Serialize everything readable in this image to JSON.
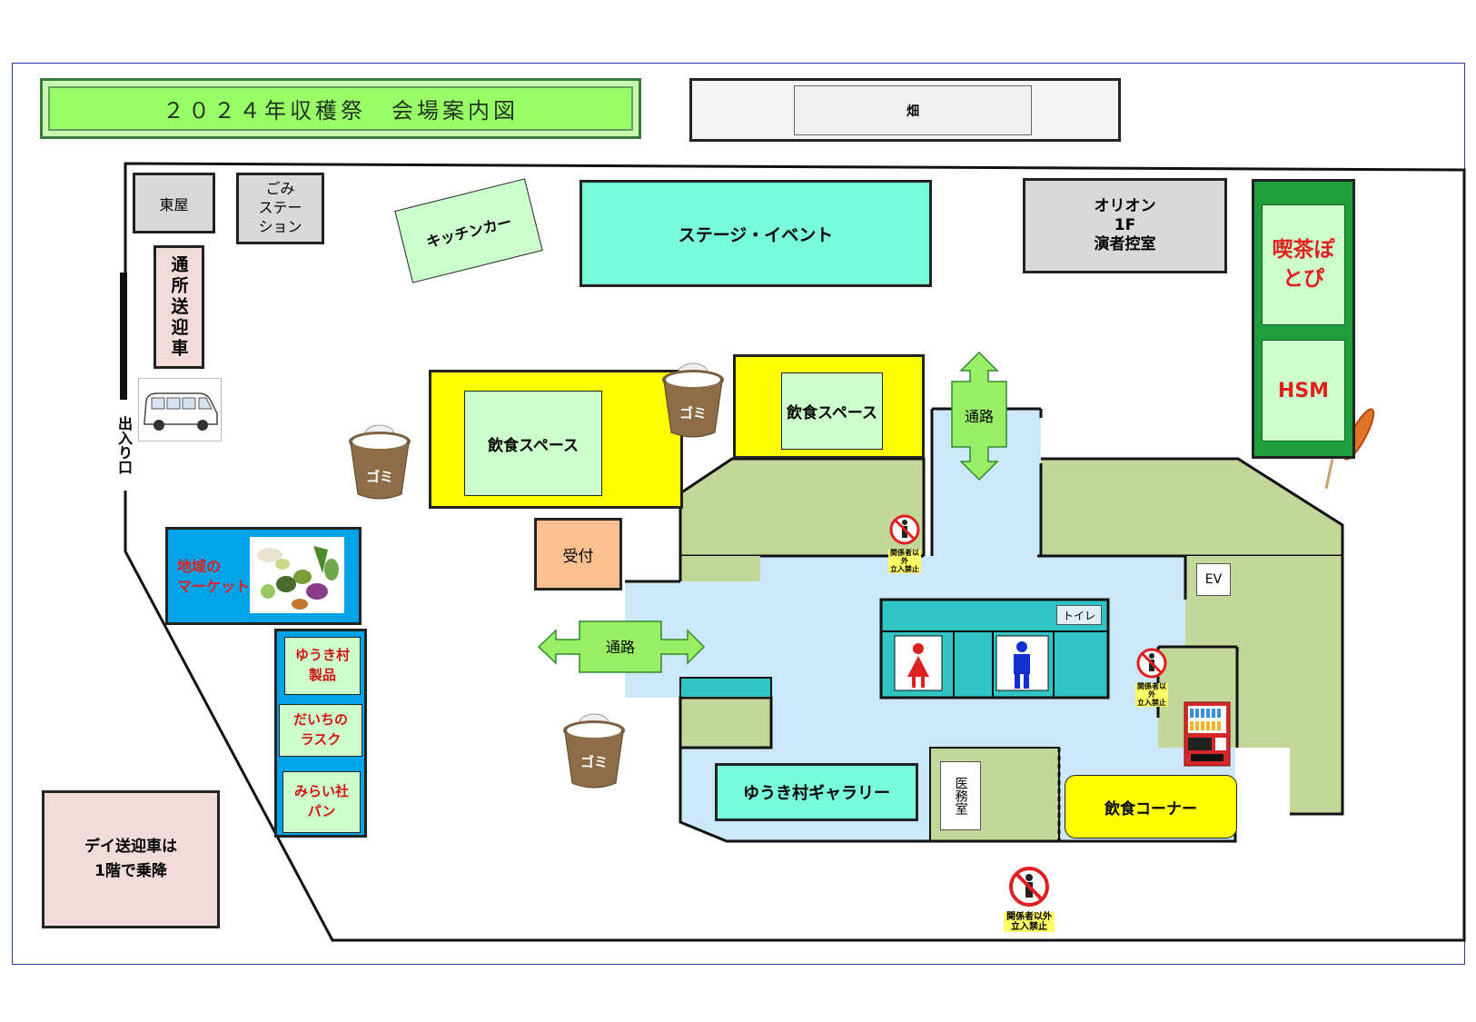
{
  "title": "２０２４年収穫祭　会場案内図",
  "field_label": "畑",
  "azumaya": "東屋",
  "gomi_station": [
    "ごみ",
    "ステー",
    "ション"
  ],
  "tsusho_sogei": "通所送迎車",
  "entrance": "出入り口",
  "kitchen_car": "キッチンカー",
  "stage_event": "ステージ・イベント",
  "orion": [
    "オリオン",
    "1F",
    "演者控室"
  ],
  "cafe_name": [
    "喫茶ぽ",
    "とぴ"
  ],
  "hsm": "HSM",
  "dining_space": "飲食スペース",
  "trash_label": "ゴミ",
  "passage": "通路",
  "reception": "受付",
  "market": [
    "地域の",
    "マーケット"
  ],
  "stalls": [
    {
      "lines": [
        "ゆうき村",
        "製品"
      ]
    },
    {
      "lines": [
        "だいちの",
        "ラスク"
      ]
    },
    {
      "lines": [
        "みらい社",
        "パン"
      ]
    }
  ],
  "day_sogei": [
    "デイ送迎車は",
    "1階で乗降"
  ],
  "toilet": "トイレ",
  "ev": "EV",
  "gallery": "ゆうき村ギャラリー",
  "infirmary": "医務室",
  "food_corner": "飲食コーナー",
  "no_entry": [
    "関係者以外",
    "立入禁止"
  ],
  "colors": {
    "title_green": "#99ff66",
    "stage_teal": "#79fcd9",
    "dining_yellow": "#ffff00",
    "building_olive": "#c4d79b",
    "floor_blue": "#cce8f8",
    "cafe_green": "#1e9e3c",
    "market_blue": "#00a3e8",
    "red_text": "#e02020"
  }
}
